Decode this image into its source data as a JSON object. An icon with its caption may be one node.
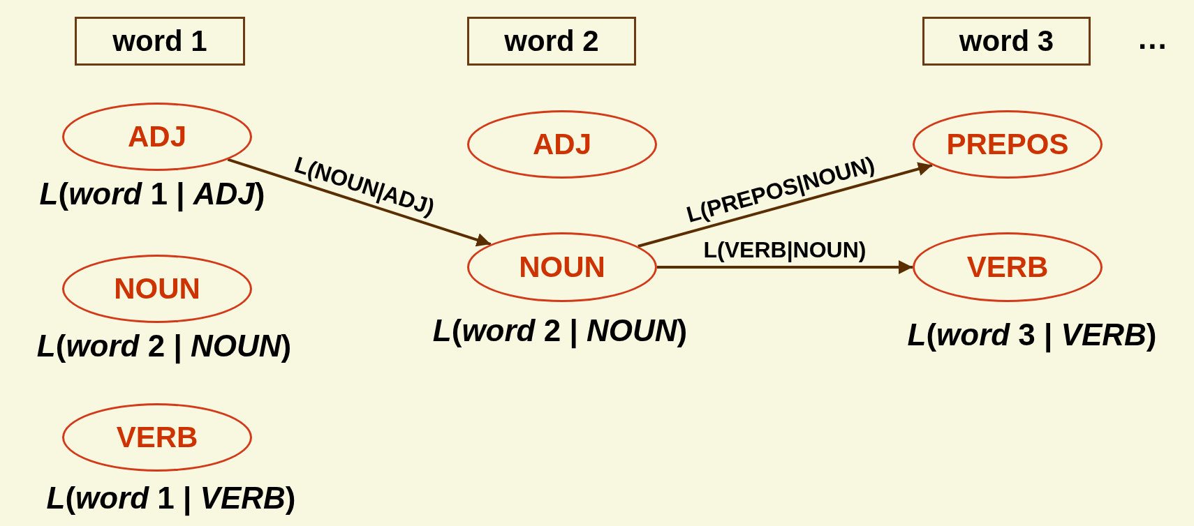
{
  "diagram": {
    "nodes": [
      {
        "text": [
          "word 1"
        ]
      },
      {
        "text": [
          "word 2"
        ]
      },
      {
        "text": [
          "word 3"
        ]
      },
      {
        "text": [
          "ADJ"
        ],
        "beside": [
          "*L*(*word* 1 | *ADJ*)"
        ]
      },
      {
        "text": [
          "NOUN"
        ],
        "beside": [
          "*L*(*word* 2 | *NOUN*)"
        ]
      },
      {
        "text": [
          "VERB"
        ],
        "beside": [
          "*L*(*word* 1 | *VERB*)"
        ]
      },
      {
        "text": [
          "ADJ"
        ]
      },
      {
        "text": [
          "NOUN"
        ],
        "beside": [
          "*L*(*word* 2 | *NOUN*)"
        ]
      },
      {
        "text": [
          "PREPOS"
        ]
      },
      {
        "text": [
          "VERB"
        ],
        "beside": [
          "*L*(*word* 3 | *VERB*)"
        ]
      }
    ],
    "edges": [
      {
        "from": 3,
        "to": 7,
        "arrow": "to",
        "label": "L(NOUN|ADJ)"
      },
      {
        "from": 7,
        "to": 8,
        "arrow": "to",
        "label": "L(PREPOS|NOUN)"
      },
      {
        "from": 7,
        "to": 9,
        "arrow": "to",
        "label": "L(VERB|NOUN)"
      }
    ],
    "labels": [
      "..."
    ]
  }
}
